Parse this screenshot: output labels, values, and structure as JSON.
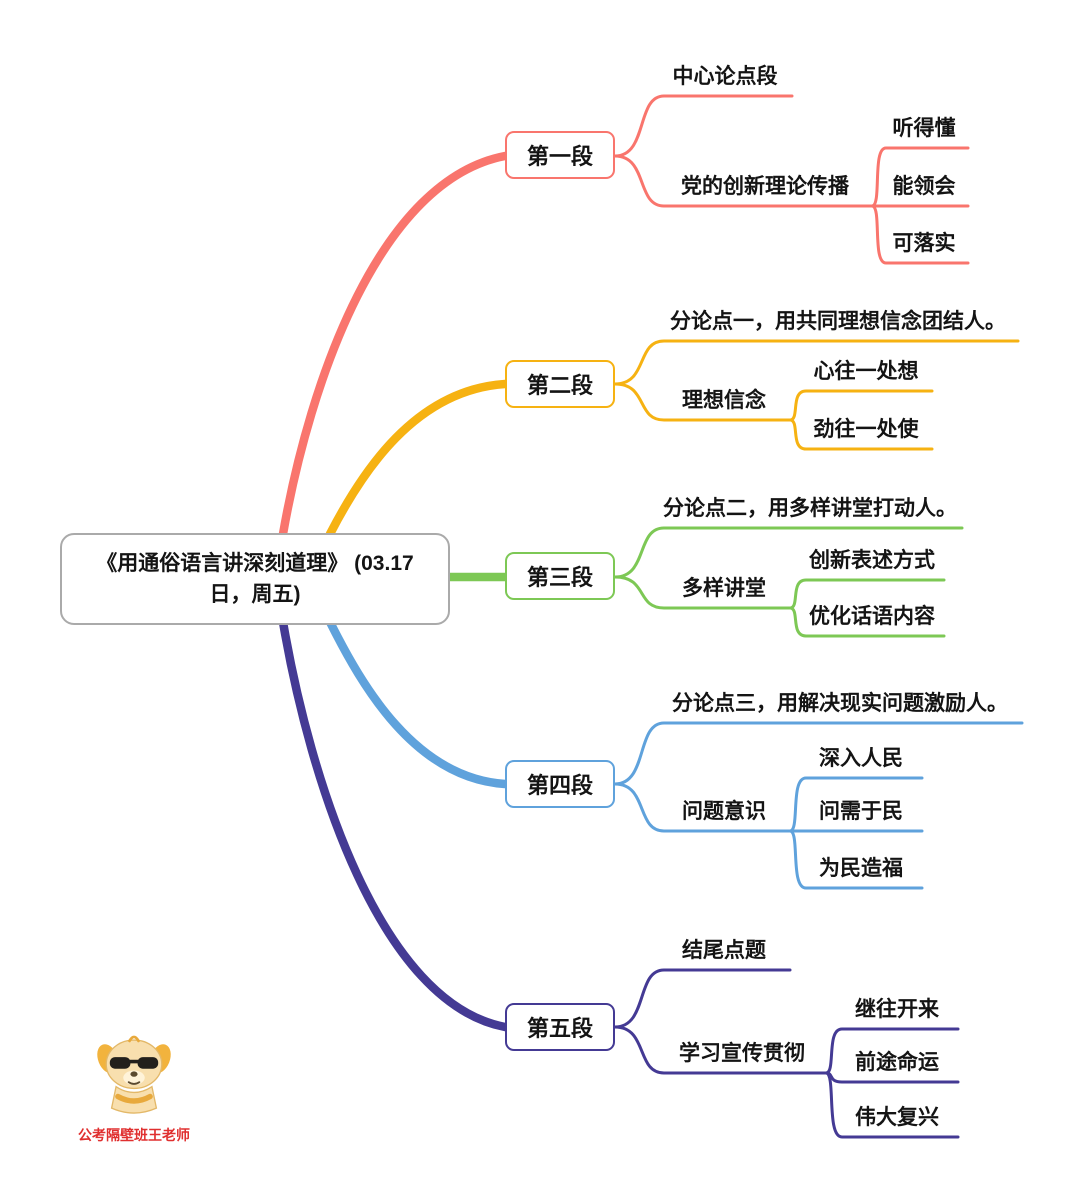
{
  "center": {
    "title": "《用通俗语言讲深刻道理》 (03.17日，周五)",
    "border_color": "#aaaaaa"
  },
  "branches": [
    {
      "label": "第一段",
      "color": "#f9756d",
      "main_point": "中心论点段",
      "topic": "党的创新理论传播",
      "subtopics": [
        "听得懂",
        "能领会",
        "可落实"
      ]
    },
    {
      "label": "第二段",
      "color": "#f6b212",
      "main_point": "分论点一，用共同理想信念团结人。",
      "topic": "理想信念",
      "subtopics": [
        "心往一处想",
        "劲往一处使"
      ]
    },
    {
      "label": "第三段",
      "color": "#7dc855",
      "main_point": "分论点二，用多样讲堂打动人。",
      "topic": "多样讲堂",
      "subtopics": [
        "创新表述方式",
        "优化话语内容"
      ]
    },
    {
      "label": "第四段",
      "color": "#5fa2dc",
      "main_point": "分论点三，用解决现实问题激励人。",
      "topic": "问题意识",
      "subtopics": [
        "深入人民",
        "问需于民",
        "为民造福"
      ]
    },
    {
      "label": "第五段",
      "color": "#443a94",
      "main_point": "结尾点题",
      "topic": "学习宣传贯彻",
      "subtopics": [
        "继往开来",
        "前途命运",
        "伟大复兴"
      ]
    }
  ],
  "mascot": {
    "caption": "公考隔壁班王老师",
    "caption_color": "#e02f2f"
  }
}
